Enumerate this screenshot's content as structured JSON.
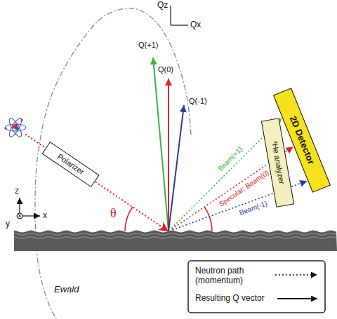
{
  "diagram": {
    "nodes": [
      {
        "text": [
          "Polarizer"
        ]
      },
      {
        "text": [
          "³He analyzer"
        ]
      },
      {
        "text": [
          "2D Detector"
        ]
      }
    ],
    "edges": [
      {
        "from": 1,
        "to": 2,
        "arrow": "to",
        "label": "Beam(+1)"
      },
      {
        "from": 1,
        "to": 2,
        "arrow": "to",
        "label": "Specular: Beam(0)"
      },
      {
        "from": 1,
        "to": 2,
        "arrow": "to",
        "label": "Beam(-1)"
      }
    ],
    "labels": [
      "Qz",
      "Qx",
      "Q(+1)",
      "Q(0)",
      "Q(-1)",
      "θ",
      "z",
      "x",
      "y",
      "Ewald"
    ],
    "legend": [
      {
        "text": "Neutron path (momentum)"
      },
      {
        "text": "Resulting Q vector"
      }
    ]
  }
}
